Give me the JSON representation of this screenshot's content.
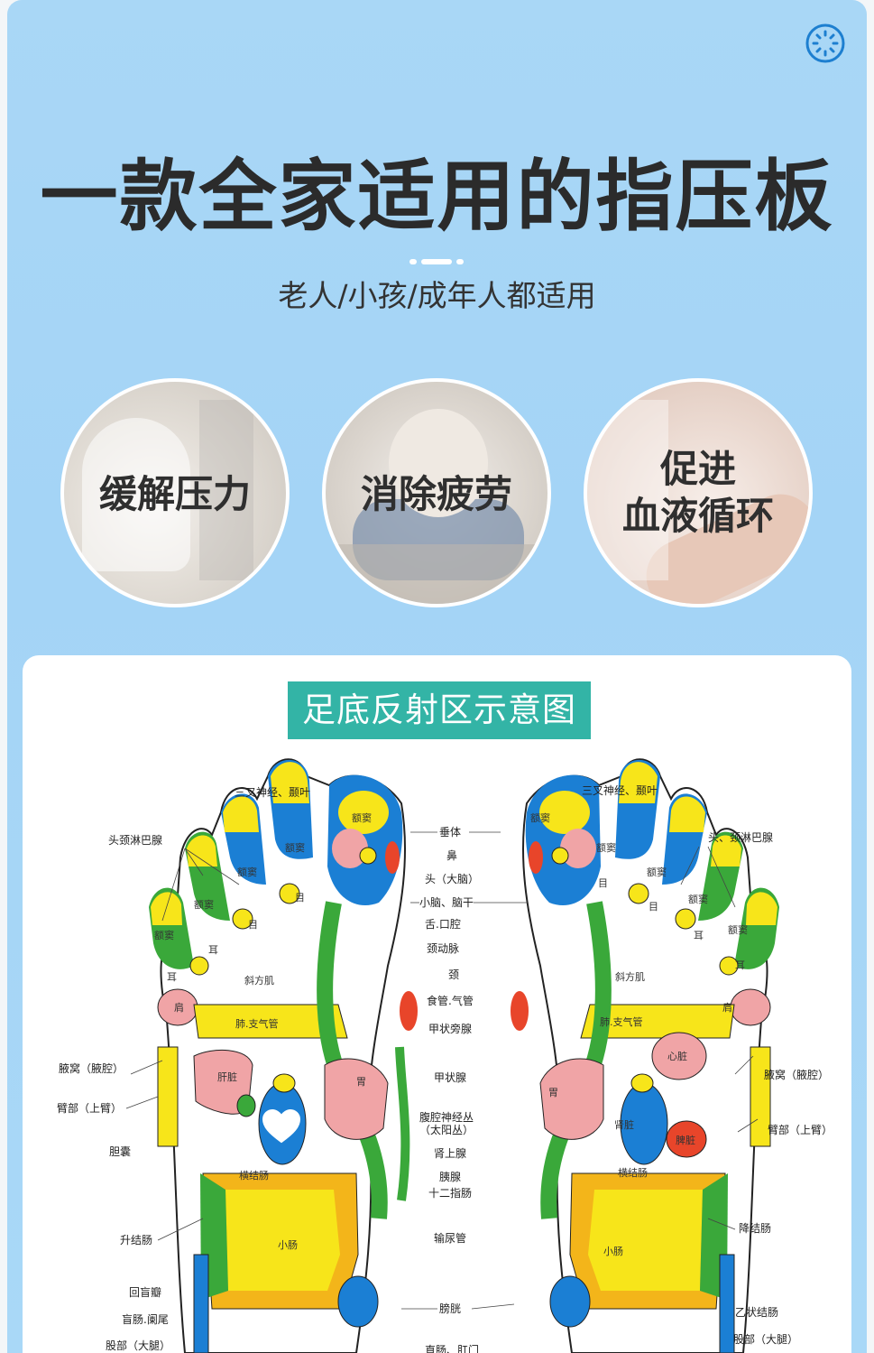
{
  "header": {
    "headline": "一款全家适用的指压板",
    "subline": "老人/小孩/成年人都适用"
  },
  "benefits": [
    {
      "line1": "缓解压力",
      "line2": ""
    },
    {
      "line1": "消除疲劳",
      "line2": ""
    },
    {
      "line1": "促进",
      "line2": "血液循环"
    }
  ],
  "chart": {
    "title": "足底反射区示意图",
    "left_labels": {
      "trigeminal": "三叉神经、颞叶",
      "head_lymph": "头颈淋巴腺",
      "axilla": "腋窝（腋腔）",
      "arm": "臂部（上臂）",
      "gallbladder": "胆囊",
      "ascending_colon": "升结肠",
      "ileocecal": "回盲瓣",
      "cecum": "盲肠.阑尾",
      "thigh": "股部（大腿）"
    },
    "right_labels": {
      "trigeminal": "三叉神经、颞叶",
      "head_lymph": "头、颈淋巴腺",
      "axilla": "腋窝（腋腔）",
      "arm": "臂部（上臂）",
      "descending_colon": "降结肠",
      "sigmoid": "乙状结肠",
      "thigh": "股部（大腿）"
    },
    "center_labels": {
      "pituitary": "垂体",
      "nose": "鼻",
      "brain": "头（大脑）",
      "cerebellum": "小脑、脑干",
      "tongue": "舌.口腔",
      "carotid": "颈动脉",
      "neck": "颈",
      "esophagus": "食管.气管",
      "parathyroid": "甲状旁腺",
      "thyroid": "甲状腺",
      "celiac_1": "腹腔神经丛",
      "celiac_2": "（太阳丛）",
      "adrenal": "肾上腺",
      "pancreas": "胰腺",
      "duodenum": "十二指肠",
      "ureter": "输尿管",
      "bladder": "膀胱",
      "rectum": "直肠、肛门"
    },
    "foot_labels": {
      "sinus": "额窦",
      "eye": "目",
      "ear": "耳",
      "trapezius": "斜方肌",
      "shoulder": "肩",
      "lung": "肺.支气管",
      "liver": "肝脏",
      "heart": "心脏",
      "stomach": "胃",
      "kidney": "肾脏",
      "spleen": "脾脏",
      "transverse_colon": "横结肠",
      "small_intestine": "小肠"
    }
  },
  "colors": {
    "blue": "#1b7fd4",
    "yellow": "#f7e51a",
    "green": "#3aa83a",
    "pink": "#f0a4a6",
    "red": "#e8452a",
    "orange": "#f3b51a",
    "teal": "#33b4a6"
  },
  "icons": {
    "gear": "gear-icon",
    "favorite": "heart-icon"
  }
}
